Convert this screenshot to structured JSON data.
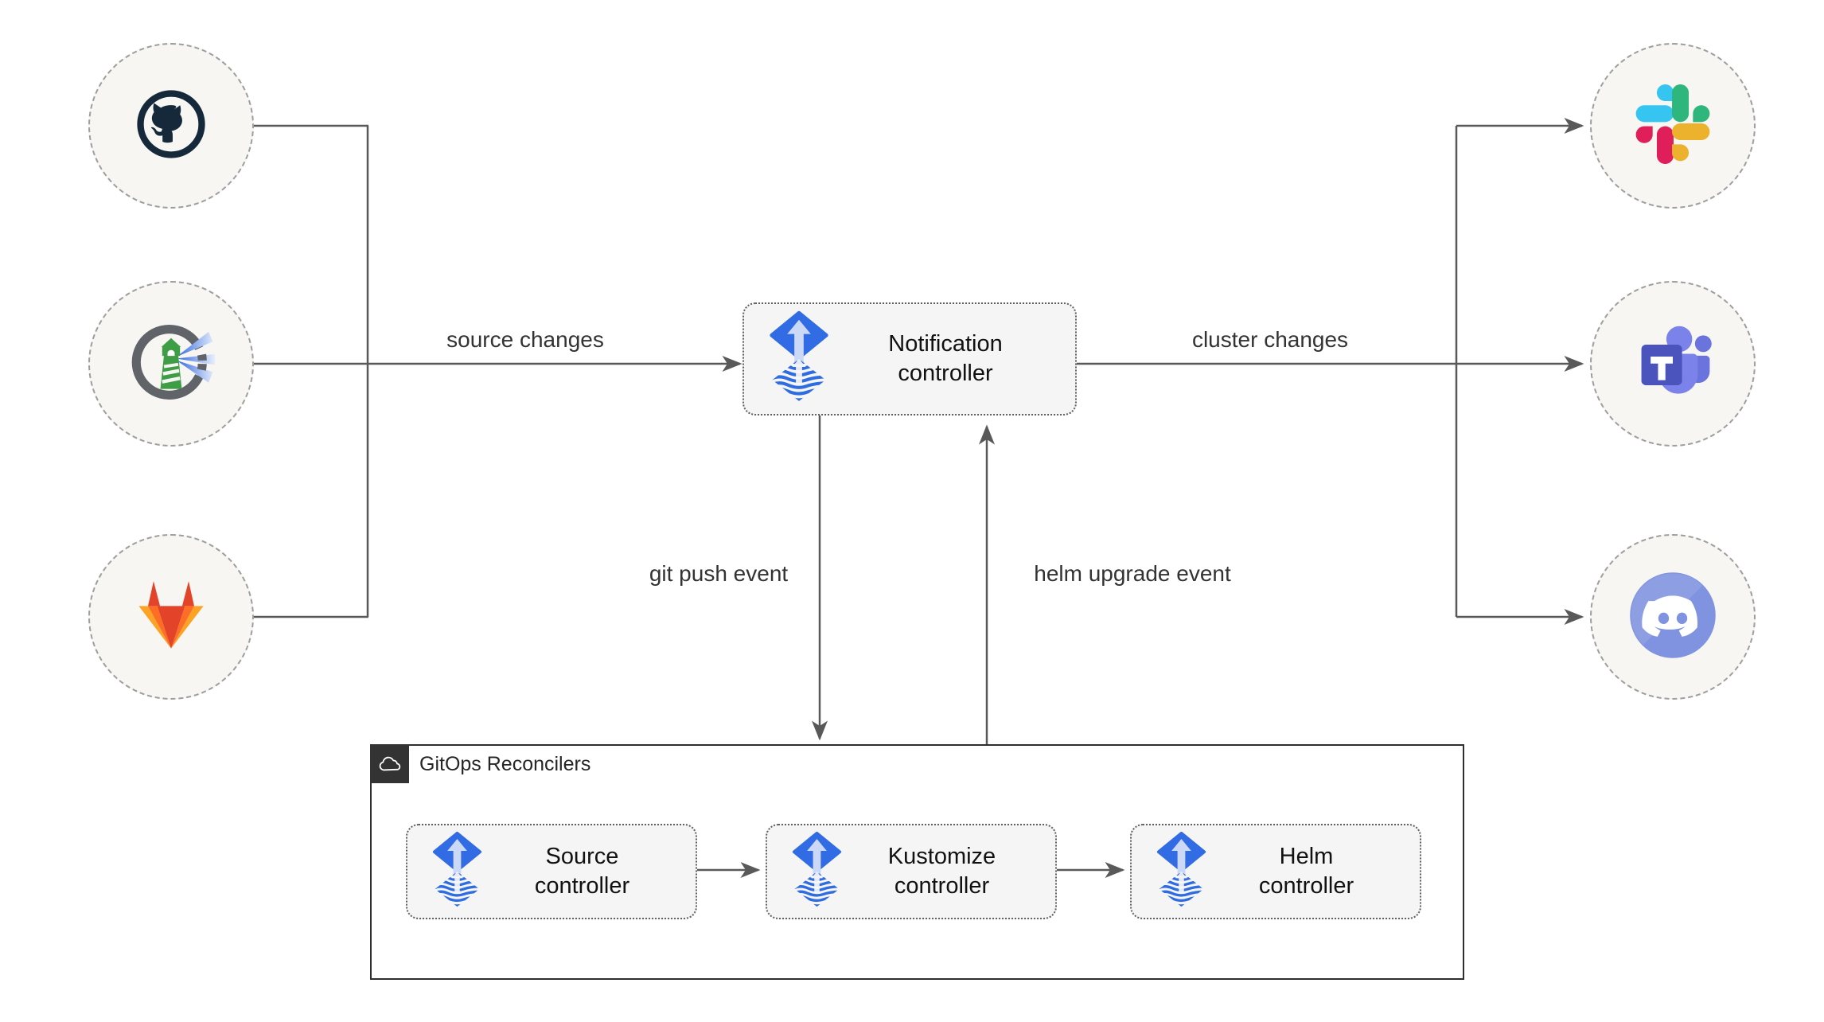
{
  "edges": {
    "source_changes": "source changes",
    "cluster_changes": "cluster changes",
    "git_push": "git push event",
    "helm_upgrade": "helm upgrade event"
  },
  "notification": {
    "line1": "Notification",
    "line2": "controller",
    "icon": "flux-icon"
  },
  "reconcilers": {
    "title": "GitOps Reconcilers",
    "icon": "cloud-icon",
    "source": {
      "line1": "Source",
      "line2": "controller",
      "icon": "flux-icon"
    },
    "kustomize": {
      "line1": "Kustomize",
      "line2": "controller",
      "icon": "flux-icon"
    },
    "helm": {
      "line1": "Helm",
      "line2": "controller",
      "icon": "flux-icon"
    }
  },
  "sources": [
    {
      "icon": "github-icon"
    },
    {
      "icon": "harbor-icon"
    },
    {
      "icon": "gitlab-icon"
    }
  ],
  "targets": [
    {
      "icon": "slack-icon"
    },
    {
      "icon": "teams-icon"
    },
    {
      "icon": "discord-icon"
    }
  ],
  "colors": {
    "flux_blue": "#316ce4",
    "arrow_gray": "#595959",
    "node_fill": "#f7f6f3",
    "box_fill": "#f5f5f5",
    "github_dark": "#16293b",
    "harbor_green": "#3f9d46",
    "gitlab_orange": "#fc6d26",
    "slack_palette": [
      "#36c5f0",
      "#2eb67d",
      "#ecb22e",
      "#e01e5a"
    ],
    "teams_purple": "#4b53bc",
    "discord_blurple": "#7e8ce0"
  }
}
